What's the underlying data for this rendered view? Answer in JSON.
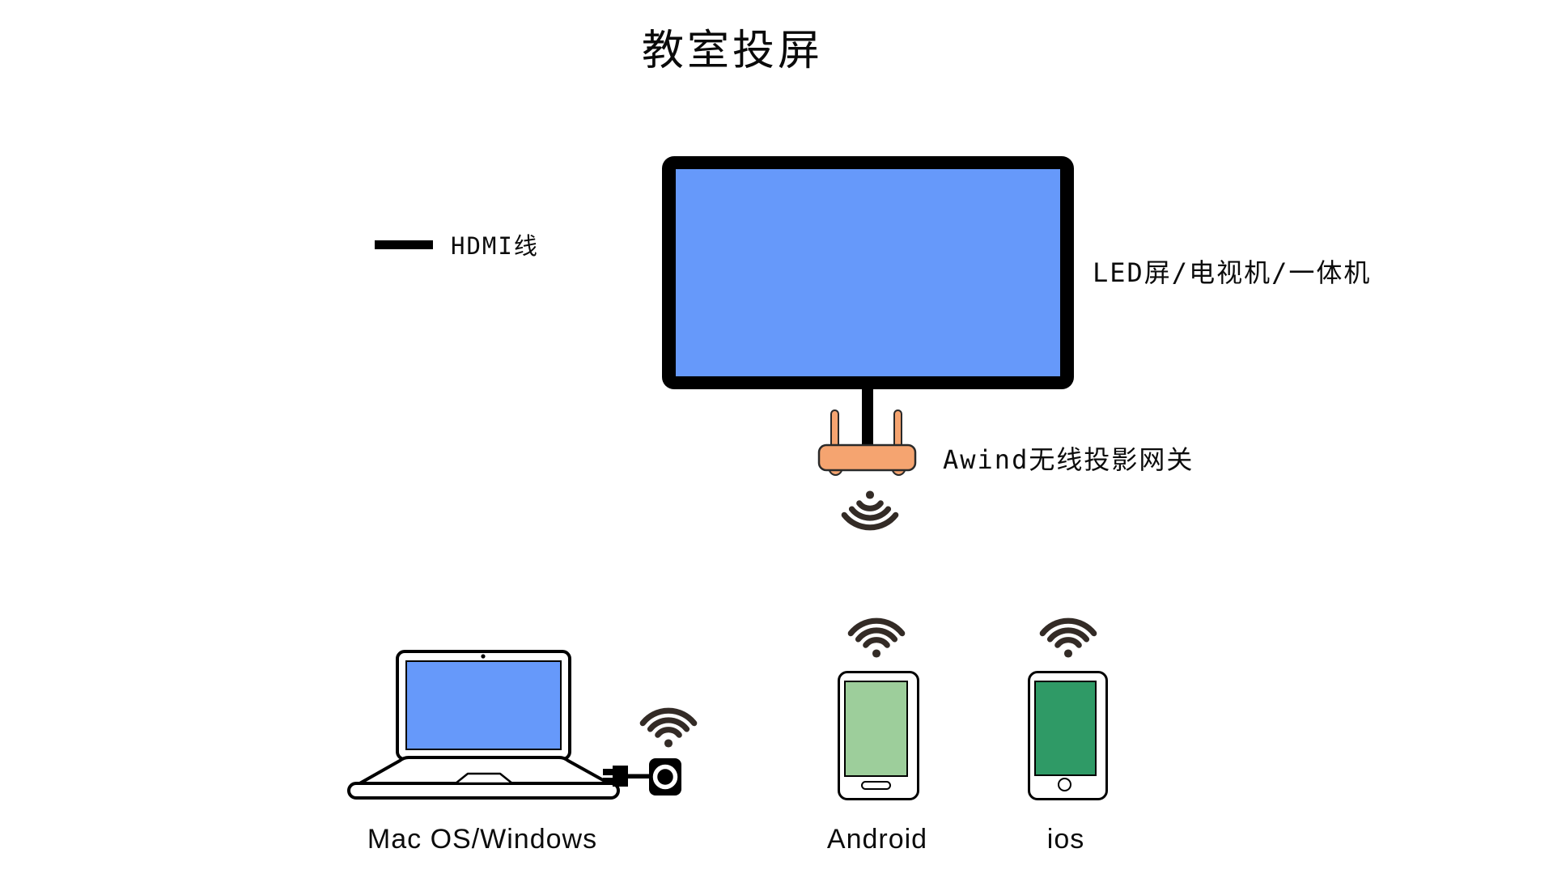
{
  "page": {
    "title": "教室投屏",
    "background_color": "#ffffff"
  },
  "legend": {
    "items": [
      {
        "swatch": "thick-black-line",
        "label": "HDMI线",
        "color": "#000000"
      }
    ]
  },
  "diagram": {
    "display": {
      "label": "LED屏/电视机/一体机",
      "screen_color": "#6699fa",
      "frame_color": "#000000"
    },
    "gateway": {
      "label": "Awind无线投影网关",
      "body_color": "#f5a470",
      "outline_color": "#2a2a2a"
    },
    "connections": {
      "hdmi_cable_color": "#000000",
      "wifi_icon_color": "#332b26"
    },
    "sources": [
      {
        "id": "laptop",
        "label": "Mac OS/Windows",
        "screen_color": "#6699fa",
        "accessory": "usb-wireless-dongle"
      },
      {
        "id": "android",
        "label": "Android",
        "screen_color": "#9dce9b"
      },
      {
        "id": "ios",
        "label": "ios",
        "screen_color": "#2f9a66"
      }
    ],
    "icons": {
      "wifi_icon": "three-arcs-with-dot",
      "hdmi_cable_icon": "thick-black-line"
    }
  }
}
